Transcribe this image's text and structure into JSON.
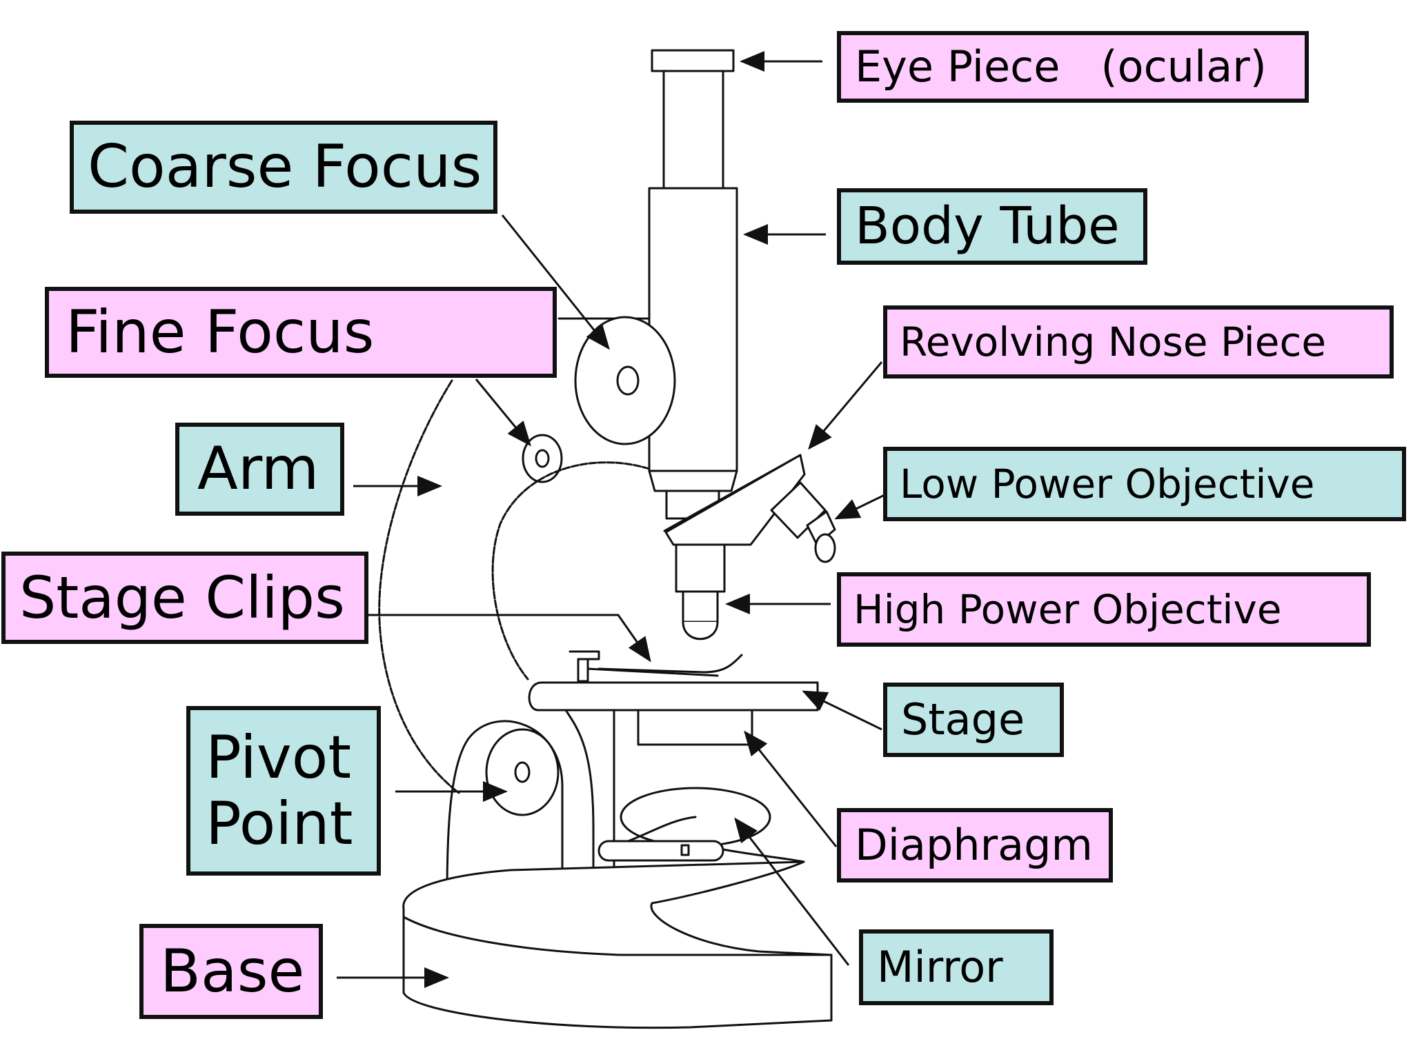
{
  "colors": {
    "pink": "#ffccff",
    "teal": "#bfe6e6",
    "ink": "#111111",
    "background": "#ffffff"
  },
  "labels": {
    "eye_piece": "Eye Piece   (ocular)",
    "coarse_focus": "Coarse Focus",
    "body_tube": "Body Tube",
    "fine_focus": "Fine Focus",
    "revolving_nose_piece": "Revolving Nose Piece",
    "arm": "Arm",
    "low_power_objective": "Low Power Objective",
    "stage_clips": "Stage Clips",
    "high_power_objective": "High Power Objective",
    "stage": "Stage",
    "pivot_point_line1": "Pivot",
    "pivot_point_line2": "Point",
    "diaphragm": "Diaphragm",
    "base": "Base",
    "mirror": "Mirror"
  }
}
